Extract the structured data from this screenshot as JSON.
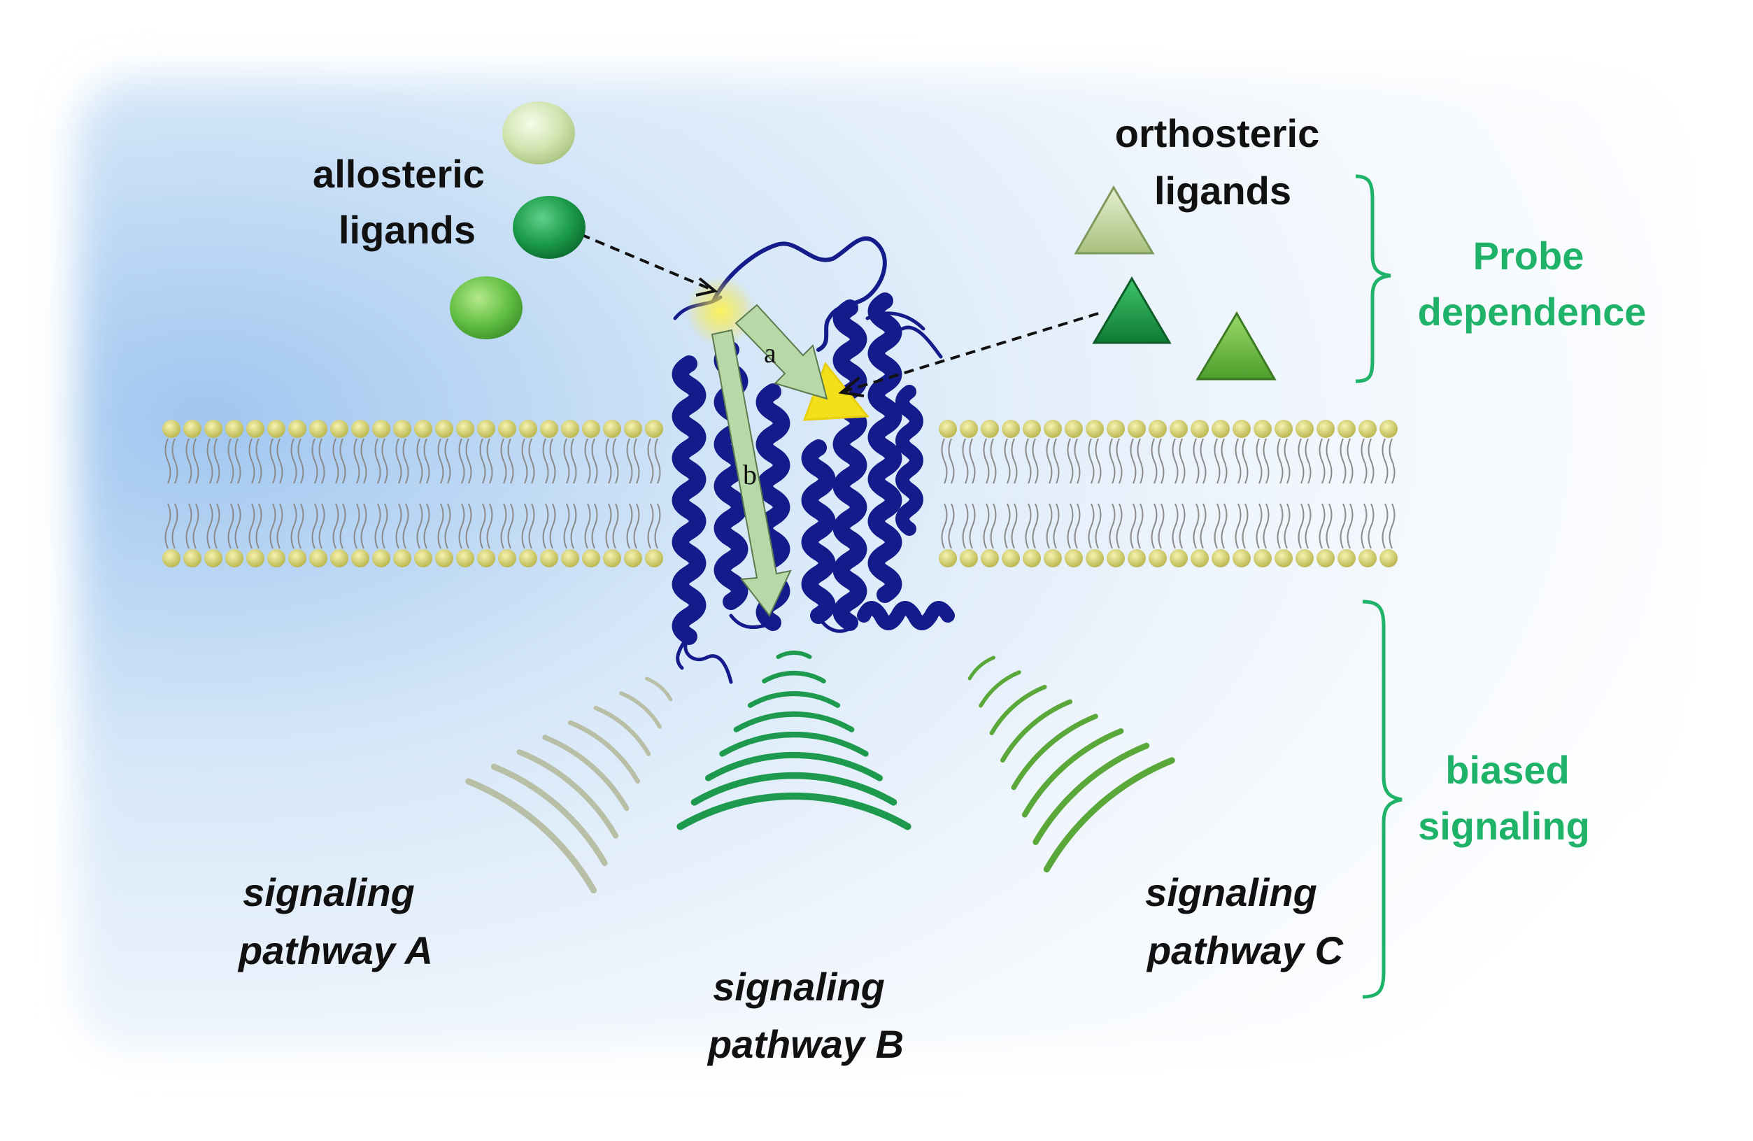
{
  "labels": {
    "allosteric_line1": "allosteric",
    "allosteric_line2": "ligands",
    "orthosteric_line1": "orthosteric",
    "orthosteric_line2": "ligands",
    "probe_line1": "Probe",
    "probe_line2": "dependence",
    "biased_line1": "biased",
    "biased_line2": "signaling",
    "pathway_a_line1": "signaling",
    "pathway_a_line2": "pathway A",
    "pathway_b_line1": "signaling",
    "pathway_b_line2": "pathway B",
    "pathway_c_line1": "signaling",
    "pathway_c_line2": "pathway C",
    "arrow_a": "a",
    "arrow_b": "b"
  },
  "colors": {
    "background_blue": "#a9cdf2",
    "accent_green": "#1fb36a",
    "receptor": "#141c8c",
    "binding_site": "#f4e01a",
    "lipid_head": "#d8d46a",
    "pathway_a_wave": "#b9bfa6",
    "pathway_b_wave": "#1e9a4e",
    "pathway_c_wave": "#5aa83a",
    "ligand_light": "#d4e8b4",
    "ligand_dark": "#1c9a4a",
    "ligand_medium": "#6cc44c"
  },
  "icons": {
    "allosteric_ligands": [
      "sphere-light",
      "sphere-dark",
      "sphere-medium"
    ],
    "orthosteric_ligands": [
      "triangle-light",
      "triangle-dark",
      "triangle-medium"
    ]
  }
}
